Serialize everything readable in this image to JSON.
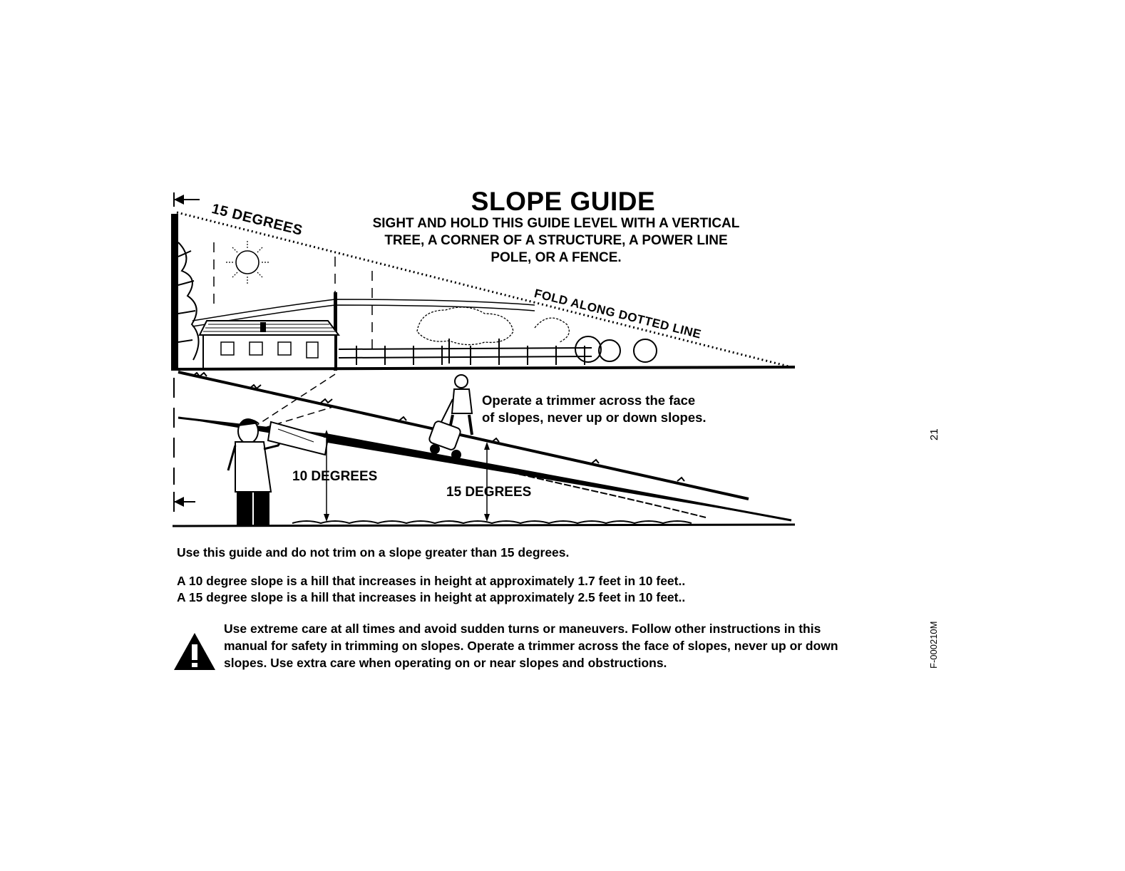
{
  "title": "SLOPE GUIDE",
  "instruction_lines": [
    "SIGHT AND HOLD THIS GUIDE LEVEL WITH A VERTICAL",
    "TREE, A CORNER OF A STRUCTURE, A POWER LINE",
    "POLE, OR A FENCE."
  ],
  "labels": {
    "top_angle": "15 DEGREES",
    "fold_line": "FOLD ALONG DOTTED LINE",
    "ten_degrees": "10 DEGREES",
    "fifteen_degrees": "15 DEGREES"
  },
  "operate_note_lines": [
    "Operate a trimmer across the face",
    "of slopes, never up or down slopes."
  ],
  "guidance": {
    "line1": "Use this guide and do not trim on a slope greater than 15 degrees.",
    "line2": "A 10 degree slope is a hill that increases in height at approximately 1.7 feet in 10 feet..",
    "line3": "A 15 degree slope is a hill that increases in height at approximately 2.5 feet in 10 feet.."
  },
  "warning_lines": [
    "Use extreme care at all times and avoid sudden turns or maneuvers. Follow other instructions in this",
    "manual for safety in trimming on slopes. Operate a trimmer across the face of slopes, never up or down",
    "slopes. Use extra care when operating on or near slopes and obstructions."
  ],
  "page_number": "21",
  "figure_code": "F-000210M",
  "icons": {
    "warning": "warning-triangle-icon",
    "sun": "sun-icon",
    "house": "house-icon",
    "tree": "tree-icon",
    "person": "person-sighting-icon",
    "trimmer_operator": "trimmer-operator-icon",
    "arrow": "arrow-left-icon"
  }
}
